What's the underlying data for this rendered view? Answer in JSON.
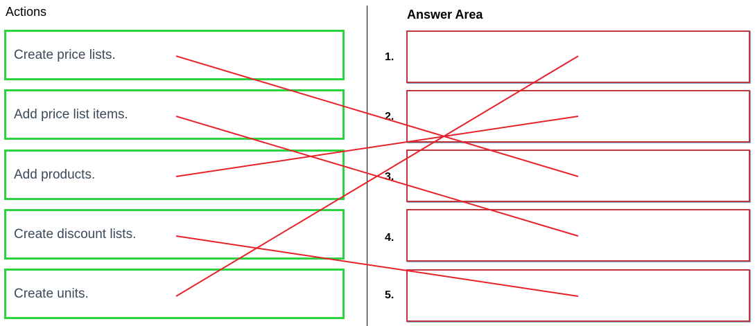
{
  "actions_heading": "Actions",
  "answer_heading": "Answer Area",
  "actions": [
    {
      "label": "Create price lists."
    },
    {
      "label": "Add price list items."
    },
    {
      "label": "Add products."
    },
    {
      "label": "Create discount lists."
    },
    {
      "label": "Create units."
    }
  ],
  "answer_slots": [
    {
      "number": "1."
    },
    {
      "number": "2."
    },
    {
      "number": "3."
    },
    {
      "number": "4."
    },
    {
      "number": "5."
    }
  ],
  "connections": [
    {
      "from_action": 1,
      "to_slot": 3
    },
    {
      "from_action": 2,
      "to_slot": 4
    },
    {
      "from_action": 3,
      "to_slot": 2
    },
    {
      "from_action": 4,
      "to_slot": 5
    },
    {
      "from_action": 5,
      "to_slot": 1
    }
  ],
  "colors": {
    "action_border": "#2bd43f",
    "answer_border": "#c0343c",
    "connector": "#e8202a"
  }
}
